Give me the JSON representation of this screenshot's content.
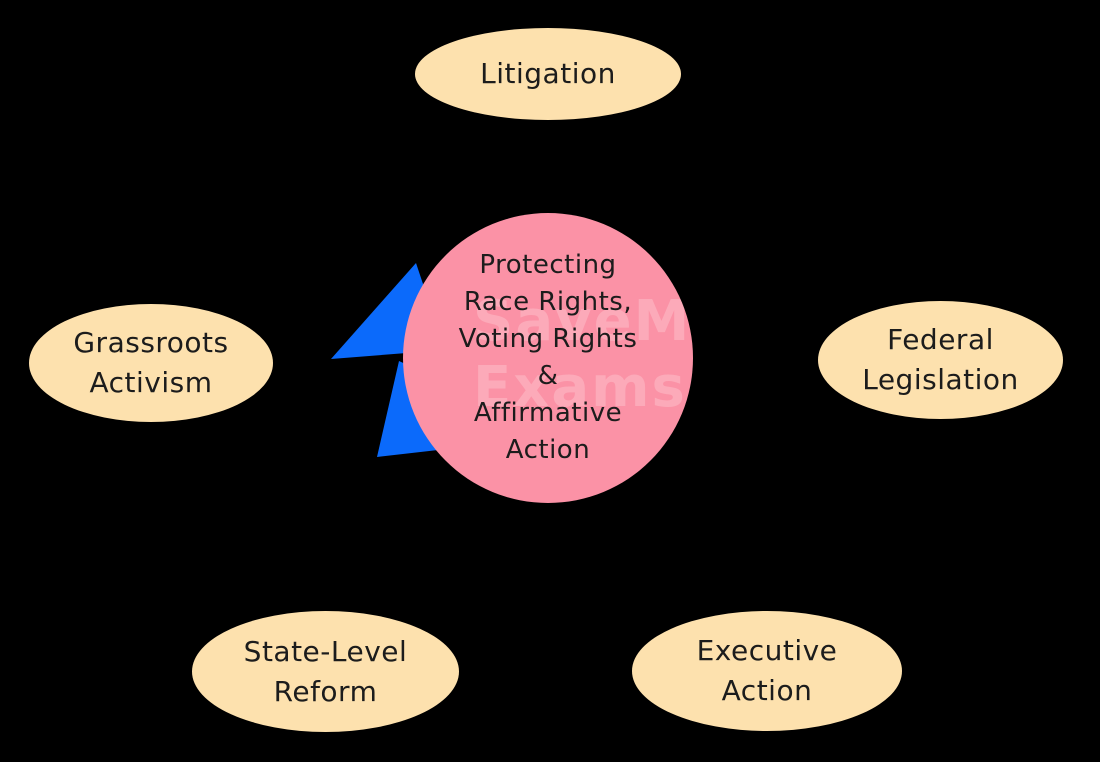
{
  "diagram": {
    "center_node": {
      "label": "Protecting Race Rights, Voting Rights & Affirmative Action",
      "lines": [
        "Protecting",
        "Race Rights,",
        "Voting Rights",
        "&",
        "Affirmative",
        "Action"
      ],
      "fill": "#FB92A6"
    },
    "nodes": [
      {
        "id": "litigation",
        "label": "Litigation",
        "lines": [
          "Litigation"
        ]
      },
      {
        "id": "grassroots-activism",
        "label": "Grassroots Activism",
        "lines": [
          "Grassroots",
          "Activism"
        ]
      },
      {
        "id": "federal-legislation",
        "label": "Federal Legislation",
        "lines": [
          "Federal",
          "Legislation"
        ]
      },
      {
        "id": "state-level-reform",
        "label": "State-Level Reform",
        "lines": [
          "State-Level",
          "Reform"
        ]
      },
      {
        "id": "executive-action",
        "label": "Executive Action",
        "lines": [
          "Executive",
          "Action"
        ]
      }
    ],
    "watermark": {
      "text": "SaveMyExams",
      "lines": [
        "SaveMy",
        "Exams"
      ]
    },
    "icons": {
      "bolt": "lightning-bolt-icon"
    },
    "colors": {
      "background": "#000000",
      "node_fill": "#FDE1AE",
      "center_fill": "#FB92A6",
      "bolt_blue": "#0B6AFB",
      "text": "#1C1C1C"
    }
  }
}
